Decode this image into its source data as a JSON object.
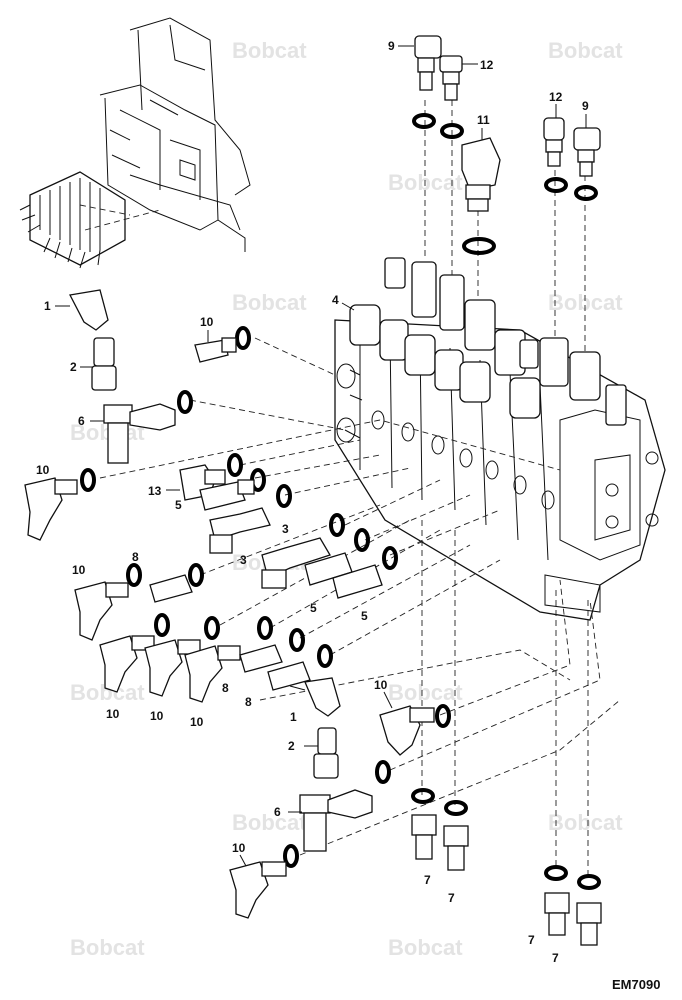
{
  "watermark": "Bobcat",
  "drawing_code": "EM7090",
  "callouts": [
    {
      "id": "c-9-top",
      "label": "9"
    },
    {
      "id": "c-12-top",
      "label": "12"
    },
    {
      "id": "c-11",
      "label": "11"
    },
    {
      "id": "c-12-right",
      "label": "12"
    },
    {
      "id": "c-9-right",
      "label": "9"
    },
    {
      "id": "c-4",
      "label": "4"
    },
    {
      "id": "c-1-top",
      "label": "1"
    },
    {
      "id": "c-10-a",
      "label": "10"
    },
    {
      "id": "c-2-top",
      "label": "2"
    },
    {
      "id": "c-6-top",
      "label": "6"
    },
    {
      "id": "c-10-b",
      "label": "10"
    },
    {
      "id": "c-13",
      "label": "13"
    },
    {
      "id": "c-5-a",
      "label": "5"
    },
    {
      "id": "c-3-a",
      "label": "3"
    },
    {
      "id": "c-3-b",
      "label": "3"
    },
    {
      "id": "c-10-c",
      "label": "10"
    },
    {
      "id": "c-8-a",
      "label": "8"
    },
    {
      "id": "c-5-b",
      "label": "5"
    },
    {
      "id": "c-5-c",
      "label": "5"
    },
    {
      "id": "c-10-d",
      "label": "10"
    },
    {
      "id": "c-10-e",
      "label": "10"
    },
    {
      "id": "c-10-f",
      "label": "10"
    },
    {
      "id": "c-8-b",
      "label": "8"
    },
    {
      "id": "c-8-c",
      "label": "8"
    },
    {
      "id": "c-1-bot",
      "label": "1"
    },
    {
      "id": "c-10-g",
      "label": "10"
    },
    {
      "id": "c-2-bot",
      "label": "2"
    },
    {
      "id": "c-6-bot",
      "label": "6"
    },
    {
      "id": "c-10-h",
      "label": "10"
    },
    {
      "id": "c-7-a",
      "label": "7"
    },
    {
      "id": "c-7-b",
      "label": "7"
    },
    {
      "id": "c-7-c",
      "label": "7"
    },
    {
      "id": "c-7-d",
      "label": "7"
    }
  ]
}
